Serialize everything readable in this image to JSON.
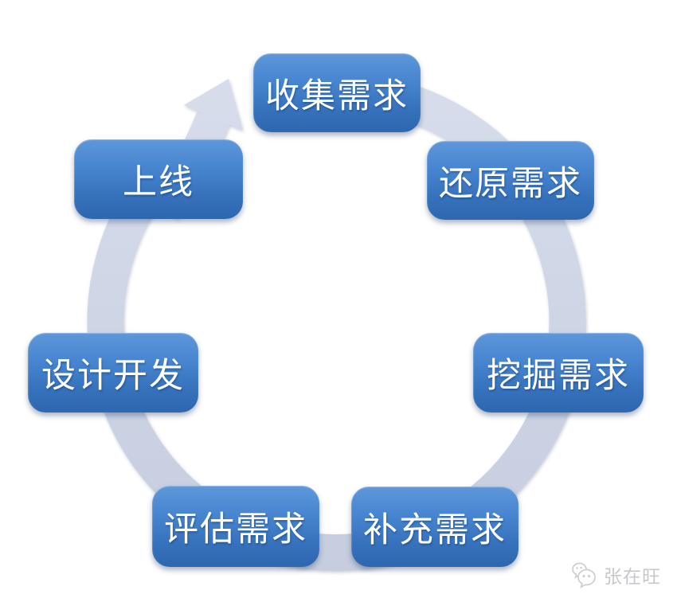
{
  "diagram": {
    "type": "cycle",
    "direction": "clockwise",
    "steps": [
      {
        "label": "收集需求"
      },
      {
        "label": "还原需求"
      },
      {
        "label": "挖掘需求"
      },
      {
        "label": "补充需求"
      },
      {
        "label": "评估需求"
      },
      {
        "label": "设计开发"
      },
      {
        "label": "上线"
      }
    ],
    "colors": {
      "node_gradient_top": "#5e97da",
      "node_gradient_bottom": "#2d67ae",
      "node_text": "#ffffff",
      "ring_light": "#d7ddeb",
      "ring_dark": "#c5cddf"
    }
  },
  "watermark": {
    "label": "张在旺",
    "icon": "wechat-icon",
    "color": "#c6c8cb"
  }
}
